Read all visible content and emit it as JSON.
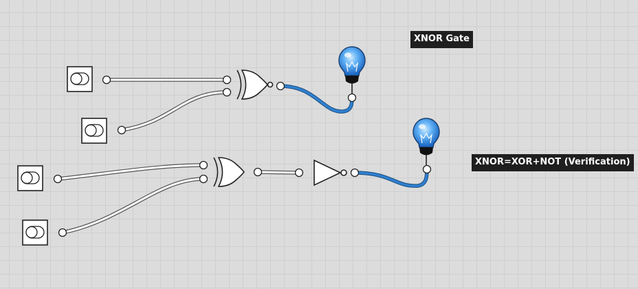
{
  "labels": {
    "xnor_gate": "XNOR Gate",
    "verification": "XNOR=XOR+NOT (Verification)"
  },
  "components": {
    "inputs": [
      {
        "name": "switch-a1",
        "state": "off"
      },
      {
        "name": "switch-b1",
        "state": "off"
      },
      {
        "name": "switch-a2",
        "state": "off"
      },
      {
        "name": "switch-b2",
        "state": "off"
      }
    ],
    "gates": [
      "XNOR",
      "XOR",
      "NOT"
    ],
    "outputs": [
      {
        "name": "bulb-1",
        "state": "on"
      },
      {
        "name": "bulb-2",
        "state": "on"
      }
    ]
  },
  "colors": {
    "wire_active": "#2f7fcf",
    "bulb_lit": "#2f86e0",
    "label_bg": "#1f1f1f"
  }
}
